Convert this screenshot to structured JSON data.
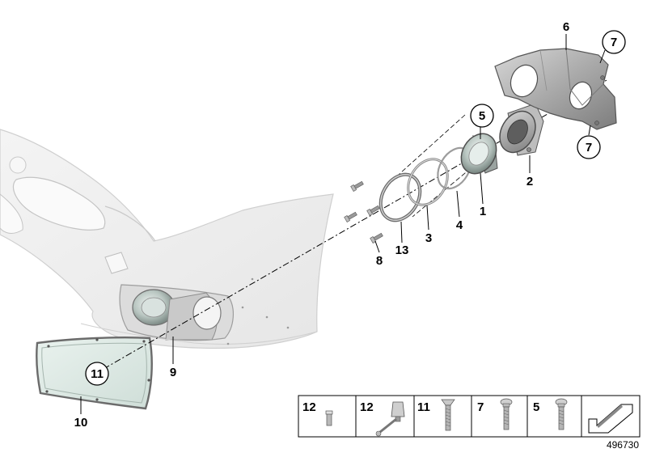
{
  "diagram": {
    "callouts": {
      "c1": "1",
      "c2": "2",
      "c3": "3",
      "c4": "4",
      "c5": "5",
      "c6": "6",
      "c7a": "7",
      "c7b": "7",
      "c8": "8",
      "c9": "9",
      "c10": "10",
      "c11": "11",
      "c13": "13"
    }
  },
  "legend": {
    "items": [
      {
        "number": "12",
        "icon": "clip-icon"
      },
      {
        "number": "12",
        "icon": "expanding-rivet-icon"
      },
      {
        "number": "11",
        "icon": "countersunk-screw-icon"
      },
      {
        "number": "7",
        "icon": "screw-icon"
      },
      {
        "number": "5",
        "icon": "screw-icon"
      },
      {
        "icon": "arrow-icon"
      }
    ]
  },
  "document_number": "496730"
}
